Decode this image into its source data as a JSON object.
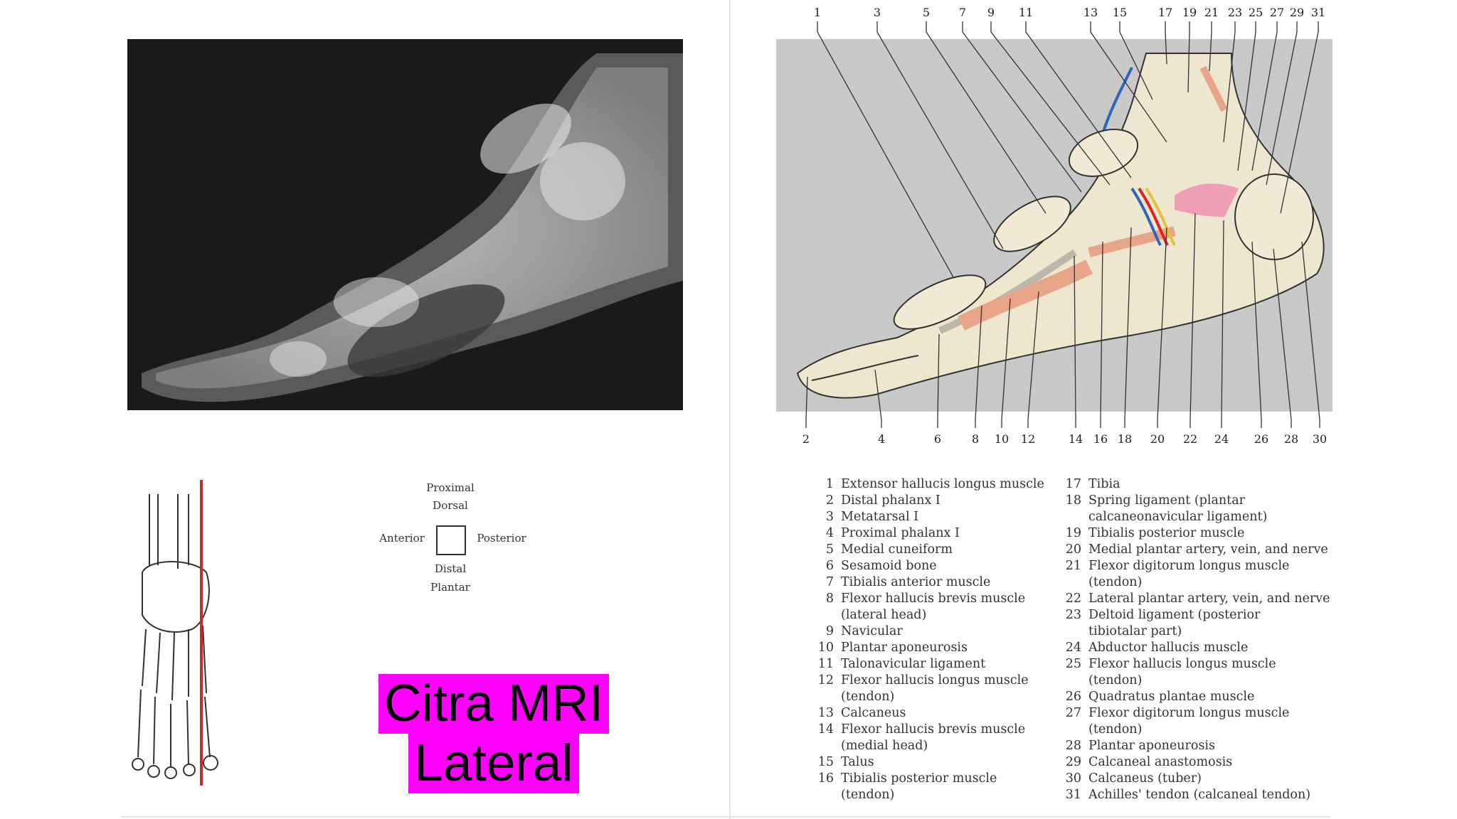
{
  "caption": {
    "line1": "Citra MRI",
    "line2": "Lateral"
  },
  "orientation": {
    "top1": "Proximal",
    "top2": "Dorsal",
    "left": "Anterior",
    "right": "Posterior",
    "bottom1": "Distal",
    "bottom2": "Plantar"
  },
  "colors": {
    "caption_highlight": "#ff00ff",
    "cut_line": "#c0302a",
    "diagram_bg": "#c9c9c9"
  },
  "top_callouts": [
    "1",
    "3",
    "5",
    "7",
    "9",
    "11",
    "13",
    "15",
    "17",
    "19",
    "21",
    "23",
    "25",
    "27",
    "29",
    "31"
  ],
  "bottom_callouts": [
    "2",
    "4",
    "6",
    "8",
    "10",
    "12",
    "14",
    "16",
    "18",
    "20",
    "22",
    "24",
    "26",
    "28",
    "30"
  ],
  "legend_left": [
    {
      "num": "1",
      "lines": [
        "Extensor hallucis longus muscle"
      ]
    },
    {
      "num": "2",
      "lines": [
        "Distal phalanx I"
      ]
    },
    {
      "num": "3",
      "lines": [
        "Metatarsal I"
      ]
    },
    {
      "num": "4",
      "lines": [
        "Proximal phalanx I"
      ]
    },
    {
      "num": "5",
      "lines": [
        "Medial cuneiform"
      ]
    },
    {
      "num": "6",
      "lines": [
        "Sesamoid bone"
      ]
    },
    {
      "num": "7",
      "lines": [
        "Tibialis anterior muscle"
      ]
    },
    {
      "num": "8",
      "lines": [
        "Flexor hallucis brevis muscle",
        "(lateral head)"
      ]
    },
    {
      "num": "9",
      "lines": [
        "Navicular"
      ]
    },
    {
      "num": "10",
      "lines": [
        "Plantar aponeurosis"
      ]
    },
    {
      "num": "11",
      "lines": [
        "Talonavicular ligament"
      ]
    },
    {
      "num": "12",
      "lines": [
        "Flexor hallucis longus muscle",
        "(tendon)"
      ]
    },
    {
      "num": "13",
      "lines": [
        "Calcaneus"
      ]
    },
    {
      "num": "14",
      "lines": [
        "Flexor hallucis brevis muscle",
        "(medial head)"
      ]
    },
    {
      "num": "15",
      "lines": [
        "Talus"
      ]
    },
    {
      "num": "16",
      "lines": [
        "Tibialis posterior muscle",
        "(tendon)"
      ]
    }
  ],
  "legend_right": [
    {
      "num": "17",
      "lines": [
        "Tibia"
      ]
    },
    {
      "num": "18",
      "lines": [
        "Spring ligament (plantar",
        "calcaneonavicular ligament)"
      ]
    },
    {
      "num": "19",
      "lines": [
        "Tibialis posterior muscle"
      ]
    },
    {
      "num": "20",
      "lines": [
        "Medial plantar artery, vein, and nerve"
      ]
    },
    {
      "num": "21",
      "lines": [
        "Flexor digitorum longus muscle",
        "(tendon)"
      ]
    },
    {
      "num": "22",
      "lines": [
        "Lateral plantar artery, vein, and nerve"
      ]
    },
    {
      "num": "23",
      "lines": [
        "Deltoid ligament (posterior",
        "tibiotalar part)"
      ]
    },
    {
      "num": "24",
      "lines": [
        "Abductor hallucis muscle"
      ]
    },
    {
      "num": "25",
      "lines": [
        "Flexor hallucis longus muscle",
        "(tendon)"
      ]
    },
    {
      "num": "26",
      "lines": [
        "Quadratus plantae muscle"
      ]
    },
    {
      "num": "27",
      "lines": [
        "Flexor digitorum longus muscle",
        "(tendon)"
      ]
    },
    {
      "num": "28",
      "lines": [
        "Plantar aponeurosis"
      ]
    },
    {
      "num": "29",
      "lines": [
        "Calcaneal anastomosis"
      ]
    },
    {
      "num": "30",
      "lines": [
        "Calcaneus (tuber)"
      ]
    },
    {
      "num": "31",
      "lines": [
        "Achilles' tendon (calcaneal tendon)"
      ]
    }
  ]
}
